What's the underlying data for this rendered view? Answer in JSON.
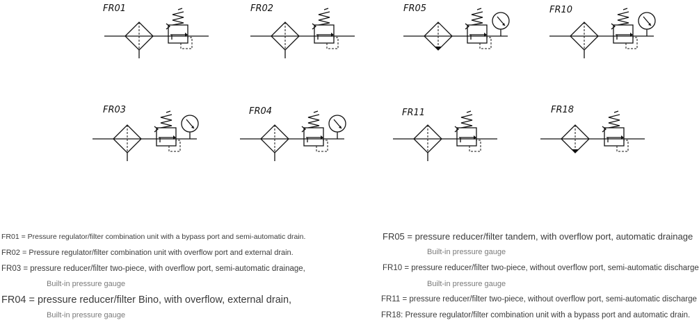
{
  "symbols": [
    {
      "id": "fr01",
      "label": "FR01",
      "gauge": false,
      "drain": "semi-automatic"
    },
    {
      "id": "fr02",
      "label": "FR02",
      "gauge": false,
      "drain": "external"
    },
    {
      "id": "fr05",
      "label": "FR05",
      "gauge": true,
      "drain": "automatic"
    },
    {
      "id": "fr10",
      "label": "FR10",
      "gauge": true,
      "drain": "semi-automatic"
    },
    {
      "id": "fr03",
      "label": "FR03",
      "gauge": true,
      "drain": "semi-automatic"
    },
    {
      "id": "fr04",
      "label": "FR04",
      "gauge": true,
      "drain": "external"
    },
    {
      "id": "fr11",
      "label": "FR11",
      "gauge": false,
      "drain": "semi-automatic"
    },
    {
      "id": "fr18",
      "label": "FR18",
      "gauge": false,
      "drain": "automatic"
    }
  ],
  "legend": {
    "left": [
      "FR01 = Pressure regulator/filter combination unit with a bypass port and semi-automatic drain.",
      "FR02 = Pressure regulator/filter combination unit with overflow port and external drain.",
      "FR03 = pressure reducer/filter two-piece, with overflow port, semi-automatic drainage,",
      "Built-in pressure gauge",
      "FR04 = pressure reducer/filter Bino, with overflow, external drain,",
      "Built-in pressure gauge"
    ],
    "right": [
      "FR05 = pressure reducer/filter tandem, with overflow port, automatic drainage",
      "Built-in pressure gauge",
      "FR10 = pressure reducer/filter two-piece, without overflow port, semi-automatic discharge",
      "Built-in pressure gauge",
      "FR11 = pressure reducer/filter two-piece, without overflow port, semi-automatic discharge",
      "FR18: Pressure regulator/filter combination unit with a bypass port and automatic drain."
    ]
  }
}
